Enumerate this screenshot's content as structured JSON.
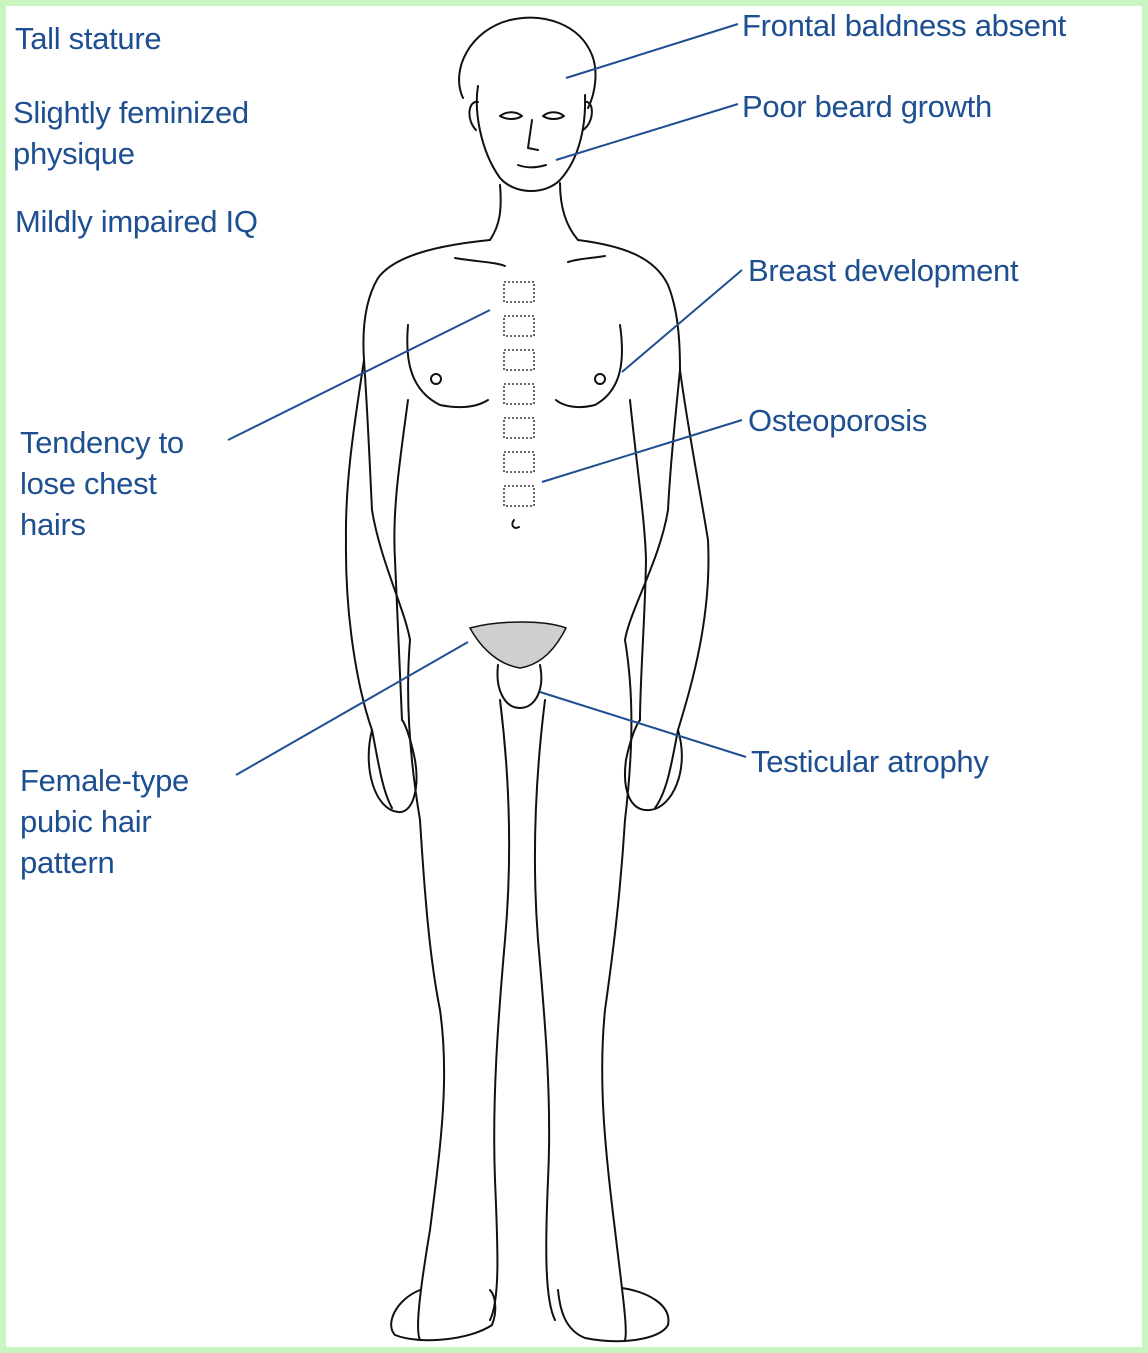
{
  "labels": {
    "tall_stature": "Tall stature",
    "feminized_physique": "Slightly feminized\nphysique",
    "impaired_iq": "Mildly impaired IQ",
    "chest_hairs": "Tendency to\nlose chest\nhairs",
    "pubic_hair": "Female-type\npubic hair\npattern",
    "frontal_baldness": "Frontal baldness absent",
    "beard_growth": "Poor beard growth",
    "breast_development": "Breast development",
    "osteoporosis": "Osteoporosis",
    "testicular_atrophy": "Testicular atrophy"
  },
  "colors": {
    "label_text": "#1d4f91",
    "leader_line": "#1d4f91",
    "body_outline": "#111111",
    "border": "#c8f5c0"
  }
}
